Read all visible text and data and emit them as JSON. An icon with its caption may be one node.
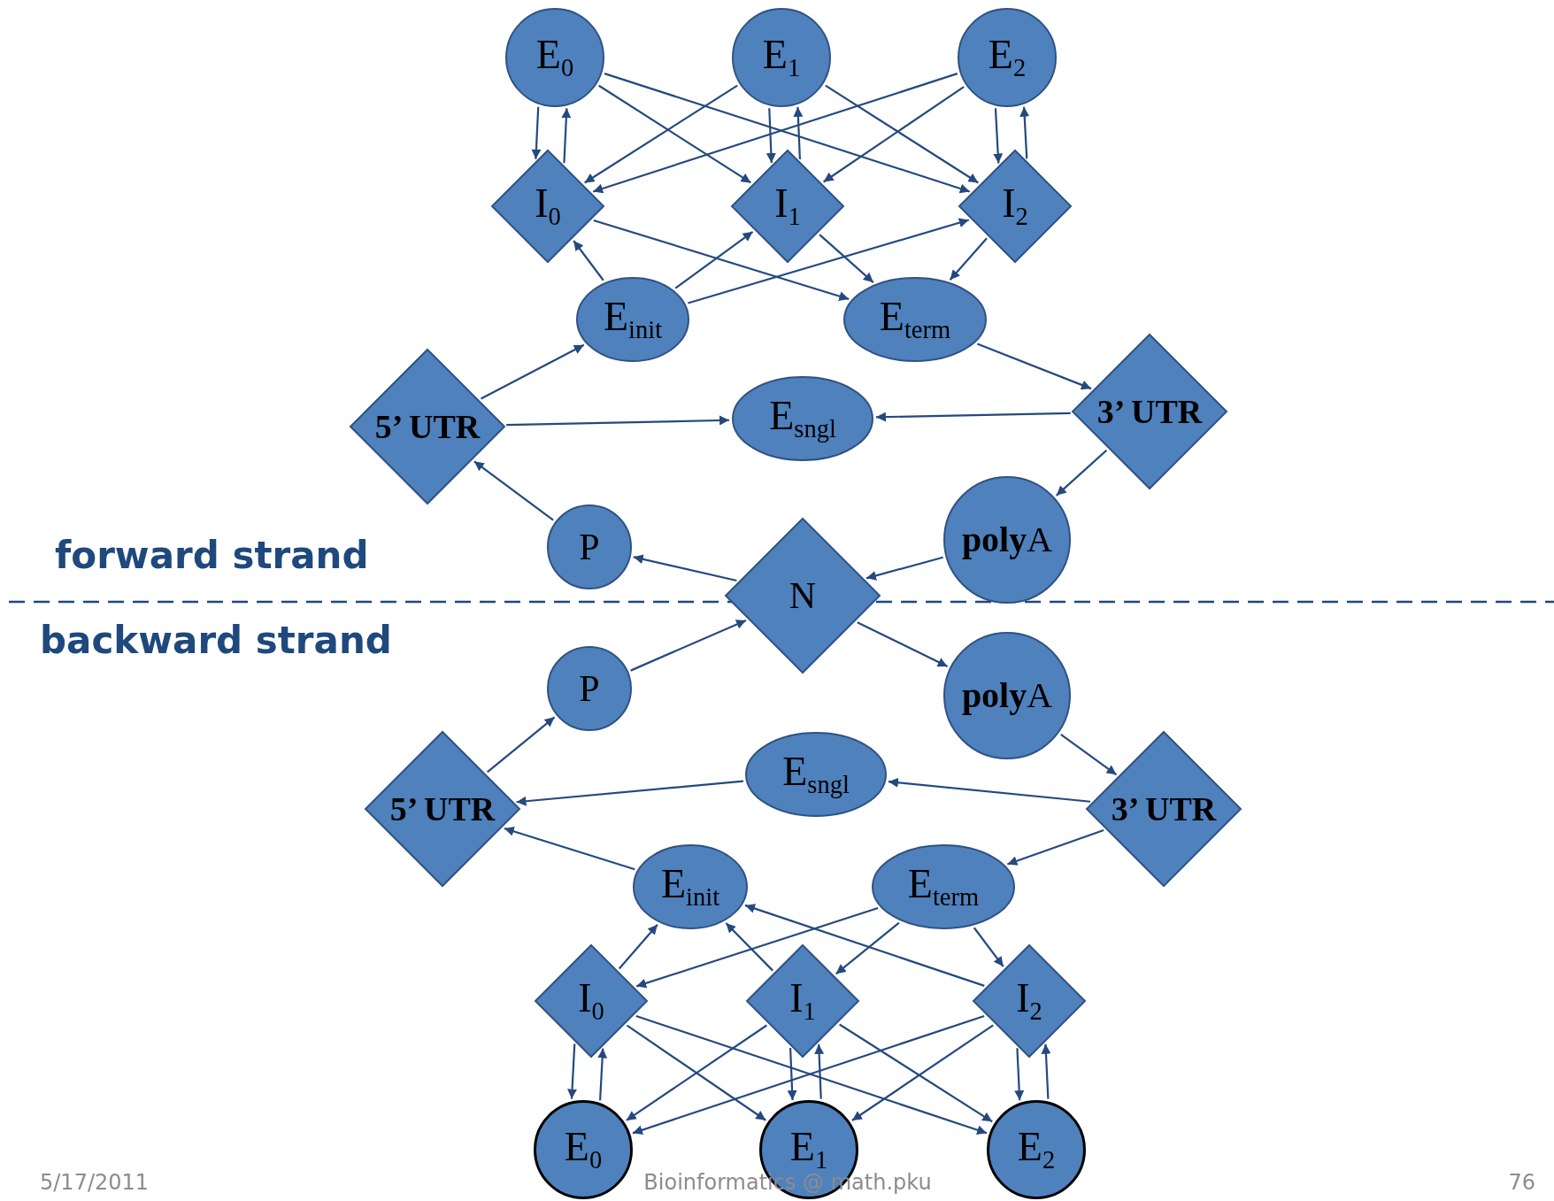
{
  "diagram": {
    "nodes": [
      {
        "text": [
          "E$_{0}$"
        ]
      },
      {
        "text": [
          "E$_{1}$"
        ]
      },
      {
        "text": [
          "E$_{2}$"
        ]
      },
      {
        "text": [
          "I$_{0}$"
        ]
      },
      {
        "text": [
          "I$_{1}$"
        ]
      },
      {
        "text": [
          "I$_{2}$"
        ]
      },
      {
        "text": [
          "E$_{init}$"
        ]
      },
      {
        "text": [
          "E$_{term}$"
        ]
      },
      {
        "text": [
          "5’ UTR"
        ]
      },
      {
        "text": [
          "E$_{sngl}$"
        ]
      },
      {
        "text": [
          "3’ UTR"
        ]
      },
      {
        "text": [
          "P"
        ]
      },
      {
        "text": [
          "N"
        ]
      },
      {
        "text": [
          "**poly**A"
        ]
      },
      {
        "text": [
          "P"
        ]
      },
      {
        "text": [
          "**poly**A"
        ]
      },
      {
        "text": [
          "5’ UTR"
        ]
      },
      {
        "text": [
          "E$_{sngl}$"
        ]
      },
      {
        "text": [
          "3’ UTR"
        ]
      },
      {
        "text": [
          "E$_{init}$"
        ]
      },
      {
        "text": [
          "E$_{term}$"
        ]
      },
      {
        "text": [
          "I$_{0}$"
        ]
      },
      {
        "text": [
          "I$_{1}$"
        ]
      },
      {
        "text": [
          "I$_{2}$"
        ]
      },
      {
        "text": [
          "E$_{0}$"
        ]
      },
      {
        "text": [
          "E$_{1}$"
        ]
      },
      {
        "text": [
          "E$_{2}$"
        ]
      }
    ],
    "edges": [
      {
        "from": 0,
        "to": 3,
        "arrow": "to"
      },
      {
        "from": 3,
        "to": 0,
        "arrow": "to"
      },
      {
        "from": 0,
        "to": 4,
        "arrow": "to"
      },
      {
        "from": 0,
        "to": 5,
        "arrow": "to"
      },
      {
        "from": 1,
        "to": 3,
        "arrow": "to"
      },
      {
        "from": 4,
        "to": 1,
        "arrow": "to"
      },
      {
        "from": 1,
        "to": 4,
        "arrow": "to"
      },
      {
        "from": 1,
        "to": 5,
        "arrow": "to"
      },
      {
        "from": 2,
        "to": 3,
        "arrow": "to"
      },
      {
        "from": 2,
        "to": 4,
        "arrow": "to"
      },
      {
        "from": 5,
        "to": 2,
        "arrow": "to"
      },
      {
        "from": 2,
        "to": 5,
        "arrow": "to"
      },
      {
        "from": 3,
        "to": 7,
        "arrow": "to"
      },
      {
        "from": 6,
        "to": 3,
        "arrow": "to"
      },
      {
        "from": 6,
        "to": 4,
        "arrow": "to"
      },
      {
        "from": 6,
        "to": 5,
        "arrow": "to"
      },
      {
        "from": 4,
        "to": 7,
        "arrow": "to"
      },
      {
        "from": 5,
        "to": 7,
        "arrow": "to"
      },
      {
        "from": 7,
        "to": 10,
        "arrow": "to"
      },
      {
        "from": 8,
        "to": 6,
        "arrow": "to"
      },
      {
        "from": 8,
        "to": 9,
        "arrow": "to"
      },
      {
        "from": 10,
        "to": 9,
        "arrow": "to"
      },
      {
        "from": 10,
        "to": 13,
        "arrow": "to"
      },
      {
        "from": 13,
        "to": 12,
        "arrow": "to"
      },
      {
        "from": 12,
        "to": 11,
        "arrow": "to"
      },
      {
        "from": 11,
        "to": 8,
        "arrow": "to"
      },
      {
        "from": 14,
        "to": 12,
        "arrow": "to"
      },
      {
        "from": 12,
        "to": 15,
        "arrow": "to"
      },
      {
        "from": 15,
        "to": 18,
        "arrow": "to"
      },
      {
        "from": 18,
        "to": 17,
        "arrow": "to"
      },
      {
        "from": 17,
        "to": 16,
        "arrow": "to"
      },
      {
        "from": 16,
        "to": 14,
        "arrow": "to"
      },
      {
        "from": 19,
        "to": 16,
        "arrow": "to"
      },
      {
        "from": 18,
        "to": 20,
        "arrow": "to"
      },
      {
        "from": 21,
        "to": 19,
        "arrow": "to"
      },
      {
        "from": 22,
        "to": 19,
        "arrow": "to"
      },
      {
        "from": 23,
        "to": 19,
        "arrow": "to"
      },
      {
        "from": 20,
        "to": 21,
        "arrow": "to"
      },
      {
        "from": 20,
        "to": 22,
        "arrow": "to"
      },
      {
        "from": 20,
        "to": 23,
        "arrow": "to"
      },
      {
        "from": 24,
        "to": 21,
        "arrow": "to"
      },
      {
        "from": 21,
        "to": 24,
        "arrow": "to"
      },
      {
        "from": 21,
        "to": 25,
        "arrow": "to"
      },
      {
        "from": 21,
        "to": 26,
        "arrow": "to"
      },
      {
        "from": 22,
        "to": 24,
        "arrow": "to"
      },
      {
        "from": 25,
        "to": 22,
        "arrow": "to"
      },
      {
        "from": 22,
        "to": 25,
        "arrow": "to"
      },
      {
        "from": 22,
        "to": 26,
        "arrow": "to"
      },
      {
        "from": 23,
        "to": 24,
        "arrow": "to"
      },
      {
        "from": 23,
        "to": 25,
        "arrow": "to"
      },
      {
        "from": 26,
        "to": 23,
        "arrow": "to"
      },
      {
        "from": 23,
        "to": 26,
        "arrow": "to"
      }
    ],
    "labels": [
      "forward strand",
      "backward strand",
      "5/17/2011",
      "Bioinformatics @ math.pku",
      "76"
    ]
  }
}
